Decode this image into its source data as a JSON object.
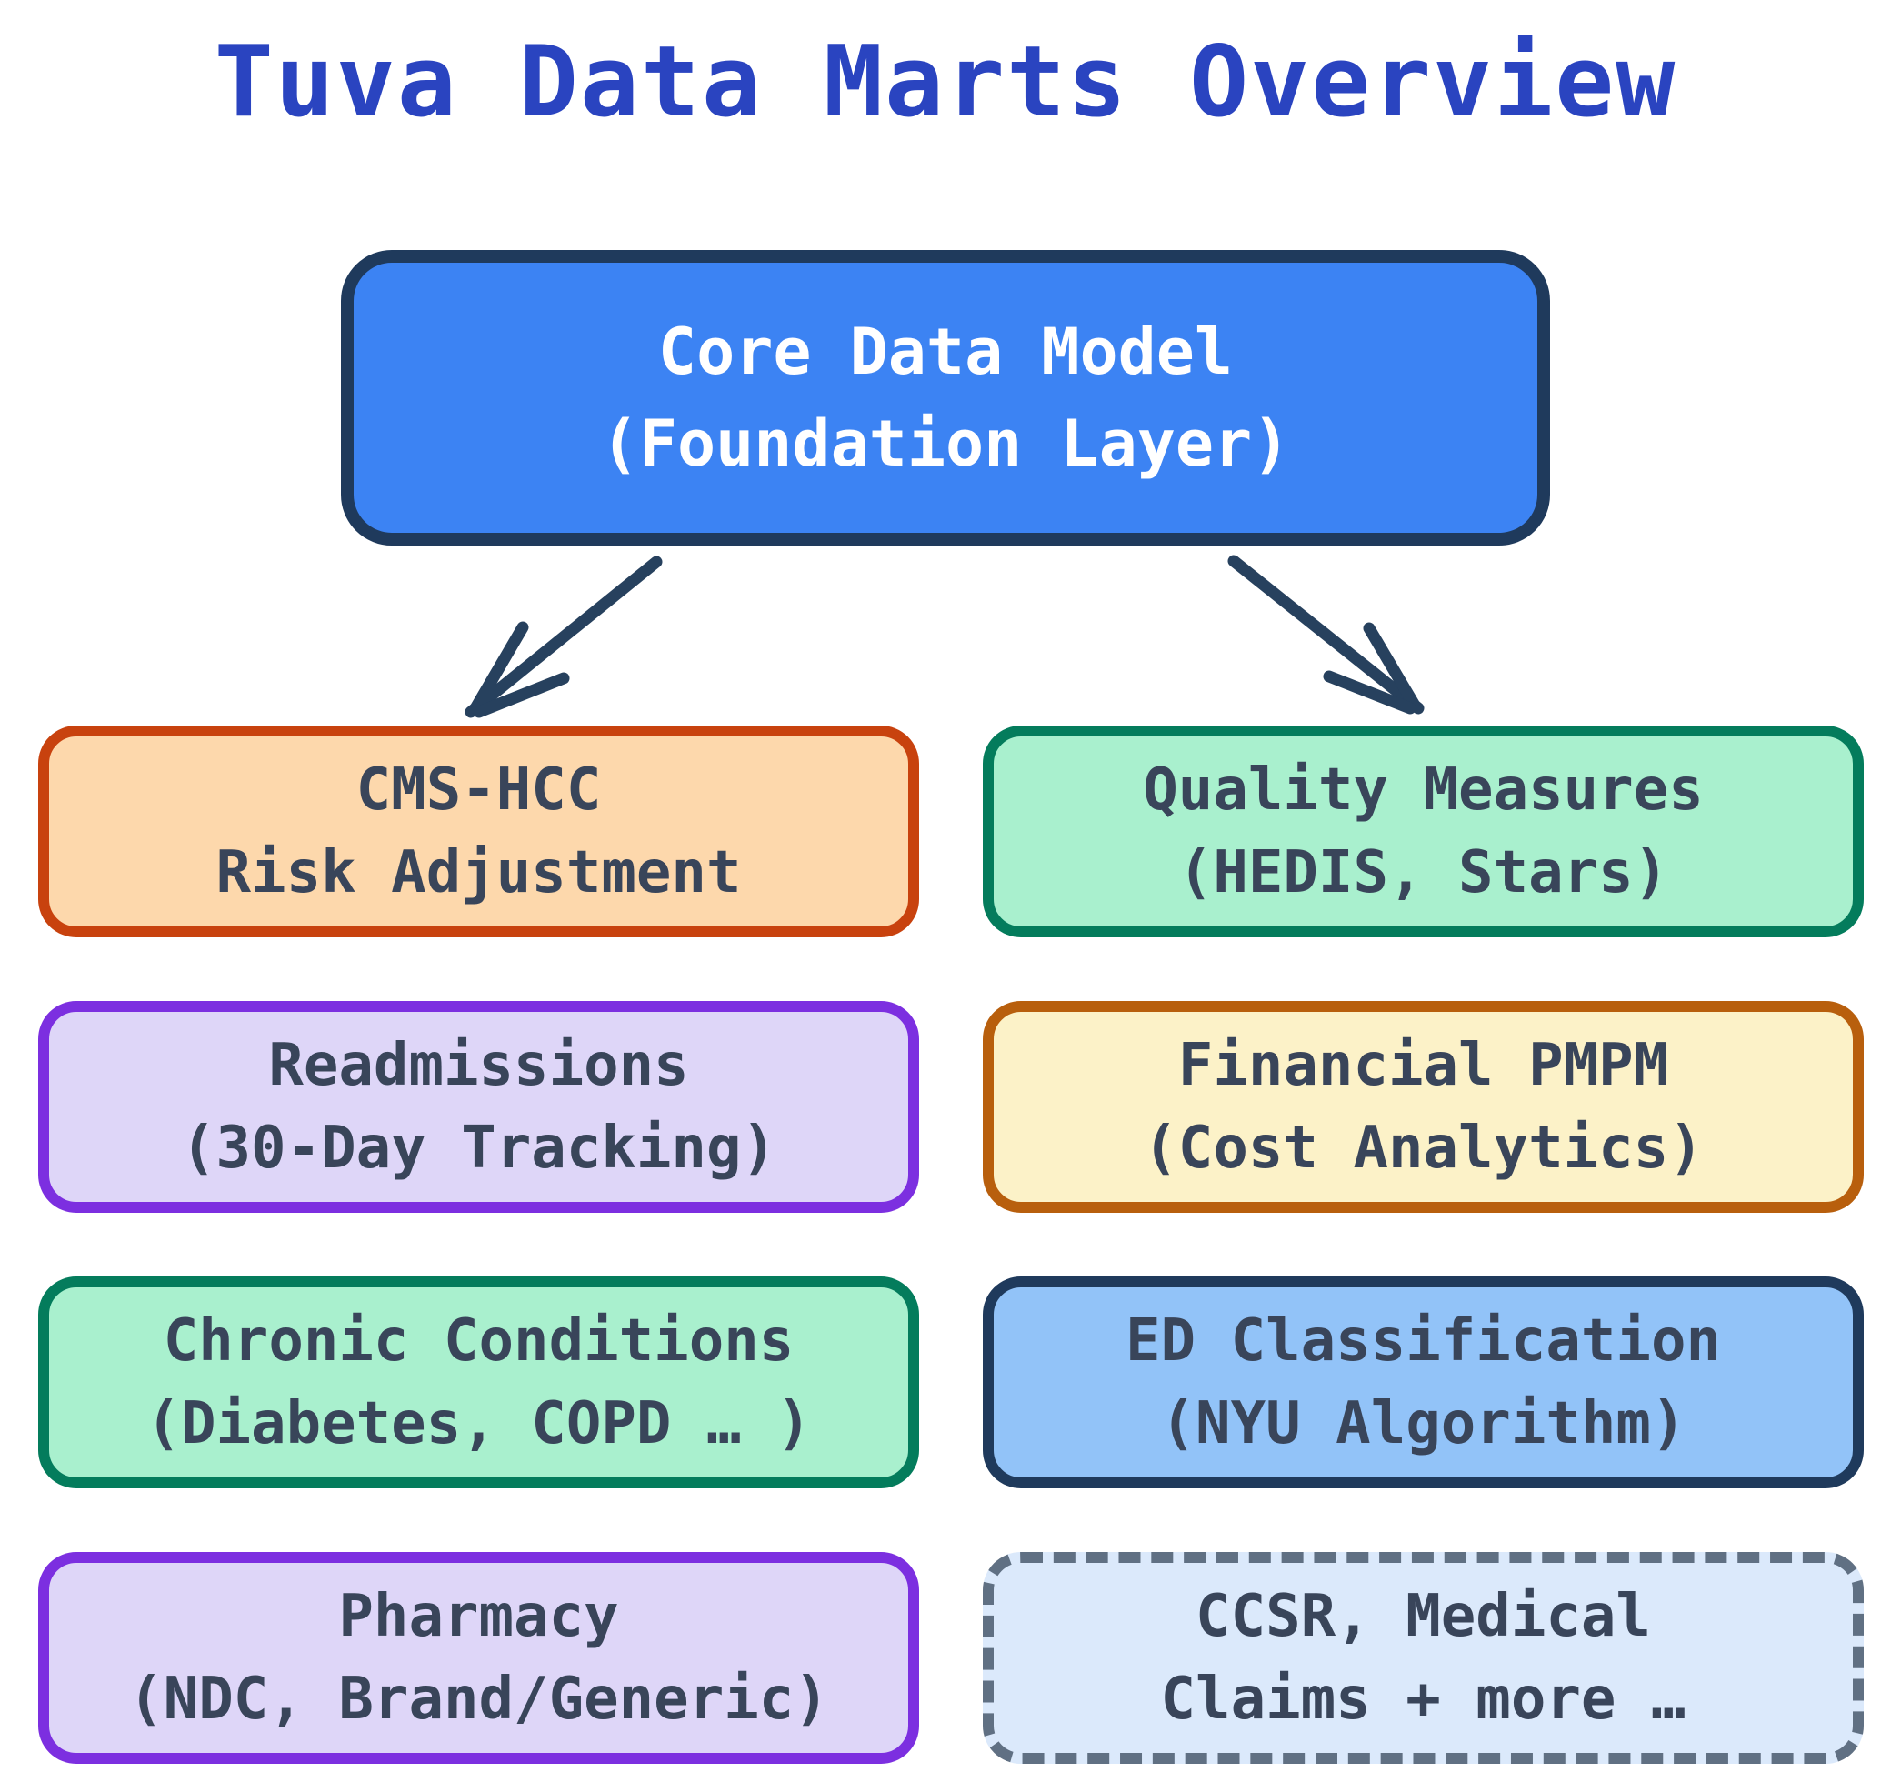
{
  "title": "Tuva Data Marts Overview",
  "colors": {
    "background": "#ffffff",
    "title": "#2a44c0",
    "arrow": "#27415e",
    "box_text": "#39455a"
  },
  "core_box": {
    "line1": "Core Data Model",
    "line2": "(Foundation Layer)",
    "fill": "#3c83f3",
    "border": "#1f3a5c",
    "text_color": "#ffffff"
  },
  "marts": [
    {
      "line1": "CMS-HCC",
      "line2": "Risk Adjustment",
      "fill": "#fdd8ac",
      "border": "#c8420e",
      "border_style": "solid"
    },
    {
      "line1": "Quality Measures",
      "line2": "(HEDIS, Stars)",
      "fill": "#a9f0ce",
      "border": "#047c5c",
      "border_style": "solid"
    },
    {
      "line1": "Readmissions",
      "line2": "(30-Day Tracking)",
      "fill": "#ded6f8",
      "border": "#7c2fe0",
      "border_style": "solid"
    },
    {
      "line1": "Financial PMPM",
      "line2": "(Cost Analytics)",
      "fill": "#fcf2c8",
      "border": "#b85f0d",
      "border_style": "solid"
    },
    {
      "line1": "Chronic Conditions",
      "line2": "(Diabetes, COPD … )",
      "fill": "#a9f0ce",
      "border": "#047c5c",
      "border_style": "solid"
    },
    {
      "line1": "ED Classification",
      "line2": "(NYU Algorithm)",
      "fill": "#92c3f8",
      "border": "#1f3a5c",
      "border_style": "solid"
    },
    {
      "line1": "Pharmacy",
      "line2": "(NDC, Brand/Generic)",
      "fill": "#ded6f8",
      "border": "#7c2fe0",
      "border_style": "solid"
    },
    {
      "line1": "CCSR, Medical",
      "line2": "Claims + more …",
      "fill": "#dbe9fb",
      "border": "#607083",
      "border_style": "dashed"
    }
  ]
}
